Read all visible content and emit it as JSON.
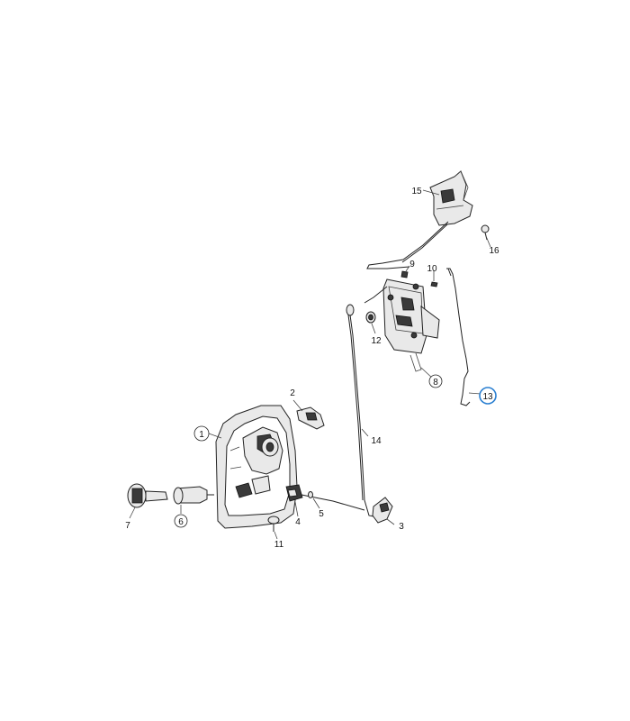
{
  "diagram": {
    "callouts": [
      {
        "id": "1",
        "label": "1"
      },
      {
        "id": "2",
        "label": "2"
      },
      {
        "id": "3",
        "label": "3"
      },
      {
        "id": "4",
        "label": "4"
      },
      {
        "id": "5",
        "label": "5"
      },
      {
        "id": "6",
        "label": "6"
      },
      {
        "id": "7",
        "label": "7"
      },
      {
        "id": "8",
        "label": "8"
      },
      {
        "id": "9",
        "label": "9"
      },
      {
        "id": "10",
        "label": "10"
      },
      {
        "id": "11",
        "label": "11"
      },
      {
        "id": "12",
        "label": "12"
      },
      {
        "id": "13",
        "label": "13"
      },
      {
        "id": "14",
        "label": "14"
      },
      {
        "id": "15",
        "label": "15"
      },
      {
        "id": "16",
        "label": "16"
      }
    ],
    "highlighted_callout": "13",
    "colors": {
      "line": "#222222",
      "highlight": "#2a7fd1",
      "background": "#ffffff"
    }
  }
}
